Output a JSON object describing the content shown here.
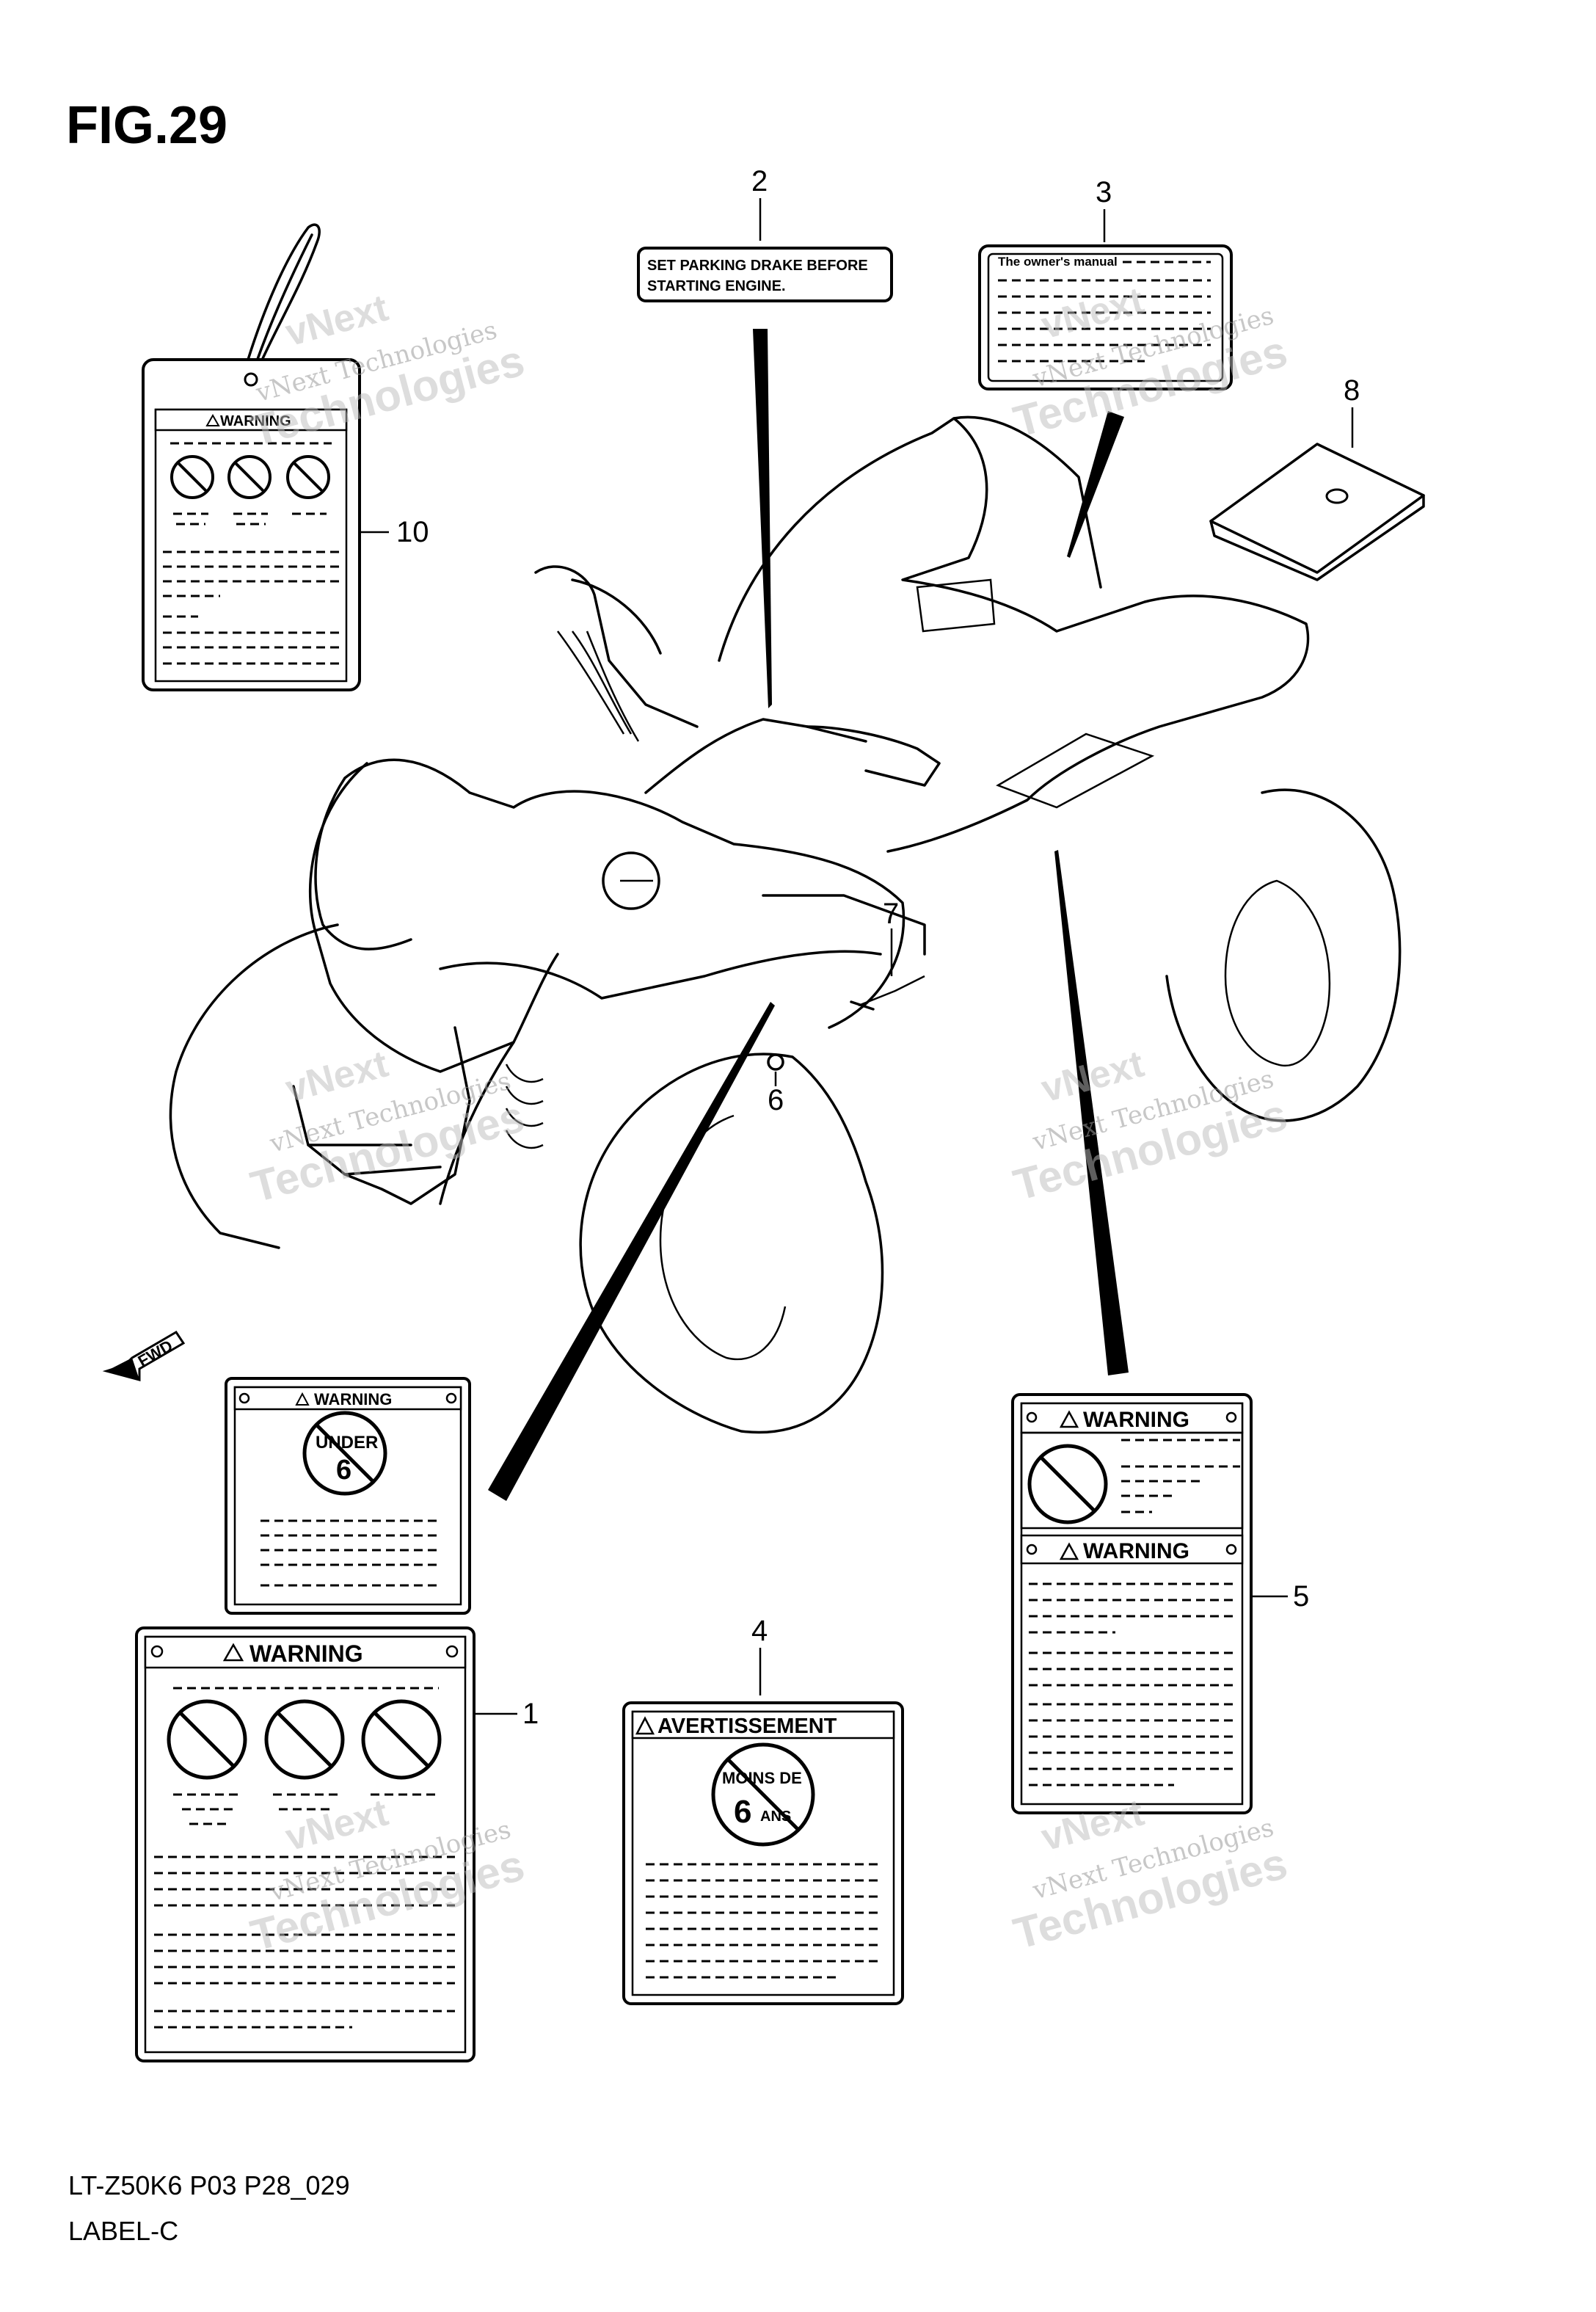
{
  "figure": {
    "title": "FIG.29"
  },
  "footer": {
    "code": "LT-Z50K6 P03 P28_029",
    "name": "LABEL-C"
  },
  "watermark": {
    "line1": "vNext Technologies",
    "line2": "vNext",
    "line3": "Technologies"
  },
  "fwd_arrow": {
    "text": "FWD"
  },
  "callouts": [
    "1",
    "2",
    "3",
    "4",
    "5",
    "6",
    "7",
    "8",
    "10"
  ],
  "labels": {
    "l1_top_header": "WARNING",
    "l1_top_badge_top": "UNDER",
    "l1_top_badge_num": "6",
    "l1_bottom_header": "WARNING",
    "l2_line1": "SET PARKING DRAKE BEFORE",
    "l2_line2": "STARTING ENGINE.",
    "l3_header": "The owner's manual",
    "l4_header": "AVERTISSEMENT",
    "l4_badge_top": "MOINS DE",
    "l4_badge_num": "6",
    "l4_badge_unit": "ANS",
    "l5_top_header": "WARNING",
    "l5_bottom_header": "WARNING",
    "l10_header": "WARNING"
  }
}
